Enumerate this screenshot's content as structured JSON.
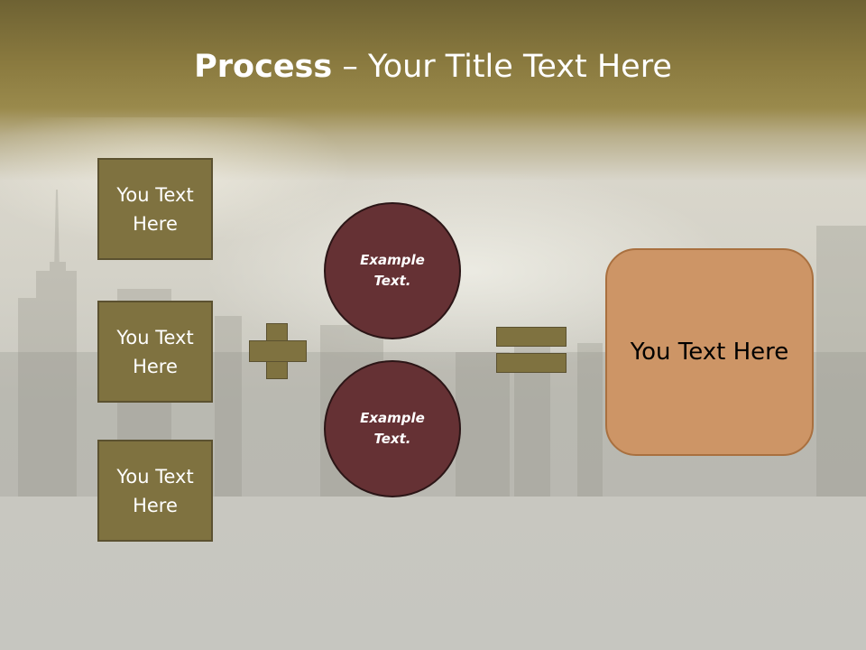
{
  "slide": {
    "title_strong": "Process",
    "title_rest": " – Your Title Text Here"
  },
  "left_boxes": [
    {
      "label": "You Text Here"
    },
    {
      "label": "You Text Here"
    },
    {
      "label": "You Text Here"
    }
  ],
  "circles": [
    {
      "label": "Example Text."
    },
    {
      "label": "Example Text."
    }
  ],
  "result_box": {
    "label": "You Text Here"
  },
  "colors": {
    "header_band": "#8a7a3f",
    "box_fill": "#7f7240",
    "circle_fill": "#653134",
    "result_fill": "#cd9566",
    "background": "#c9c8c0"
  },
  "icons": {
    "operator_1": "plus-icon",
    "operator_2": "equals-icon"
  }
}
